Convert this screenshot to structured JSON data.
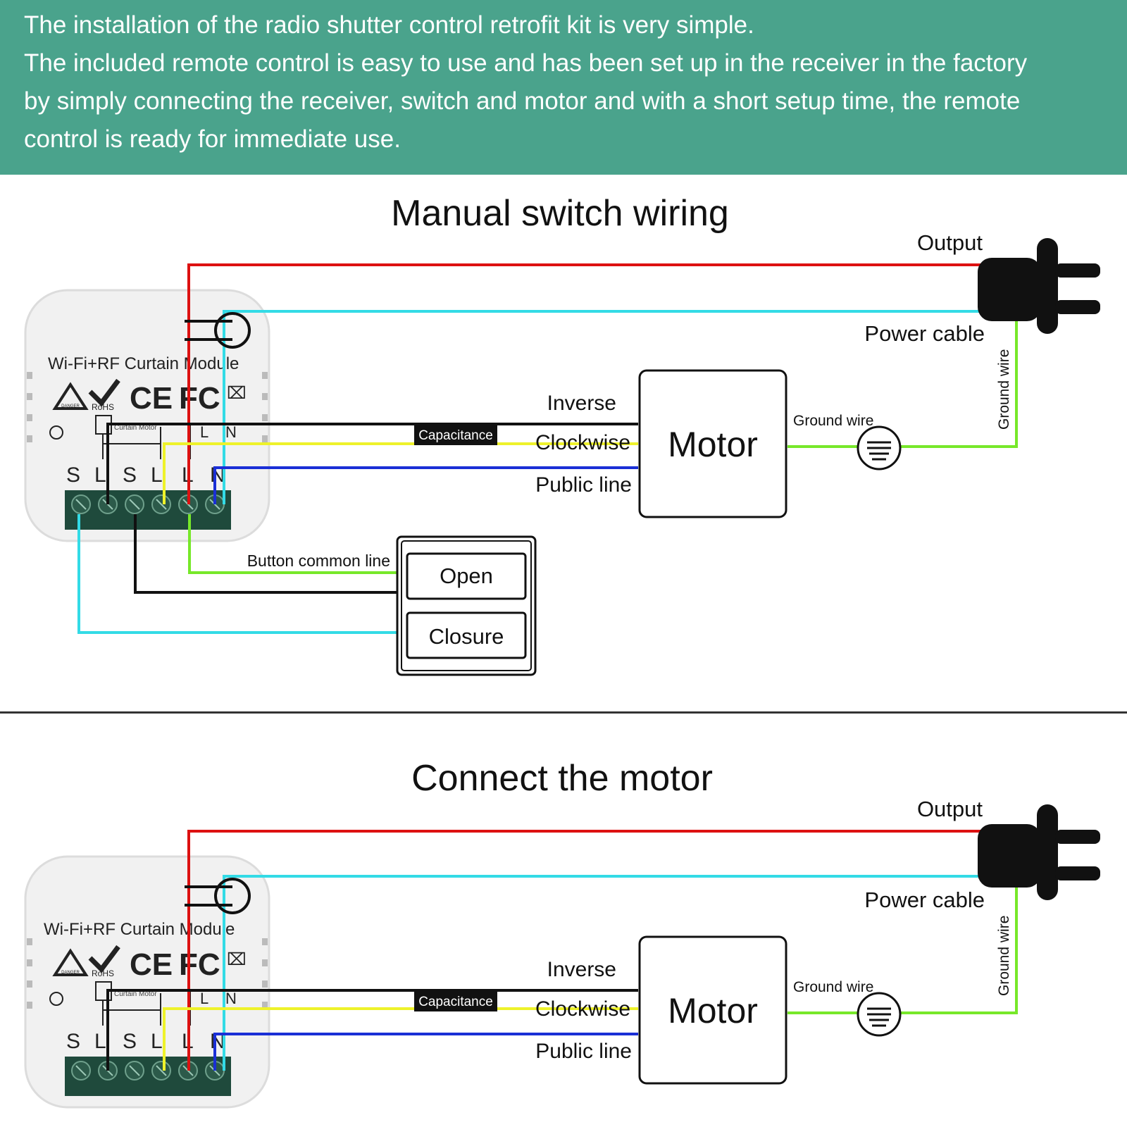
{
  "intro": {
    "line1": "The installation of the radio shutter control retrofit kit is very simple.",
    "line2": "The included remote control is easy to use and has been set up in the receiver in the factory",
    "line3": "by simply connecting the receiver, switch and motor and with a short setup time, the remote",
    "line4": "control is ready for immediate use."
  },
  "colors": {
    "banner": "#4aa38c",
    "red_wire": "#dd1111",
    "cyan_wire": "#33dbe6",
    "black_wire": "#111111",
    "yellow_wire": "#eef22a",
    "blue_wire": "#1a2fd6",
    "green_wire": "#77e82a"
  },
  "diagram1": {
    "title": "Manual switch wiring",
    "module": {
      "name": "Wi-Fi+RF Curtain Module",
      "rohs": "RoHS",
      "danger": "DANGER",
      "motor_tag": "Curtain Motor",
      "terminals": [
        "S",
        "L",
        "S",
        "L",
        "L",
        "N"
      ],
      "top_terminals": [
        "L",
        "N"
      ]
    },
    "labels": {
      "output": "Output",
      "power_cable": "Power cable",
      "inverse": "Inverse",
      "capacitance": "Capacitance",
      "clockwise": "Clockwise",
      "public_line": "Public line",
      "motor": "Motor",
      "ground_wire_h": "Ground wire",
      "ground_wire_v": "Ground wire",
      "button_common": "Button common line"
    },
    "switch": {
      "open": "Open",
      "closure": "Closure"
    }
  },
  "diagram2": {
    "title": "Connect the motor",
    "module": {
      "name": "Wi-Fi+RF Curtain Module",
      "rohs": "RoHS",
      "danger": "DANGER",
      "motor_tag": "Curtain Motor",
      "terminals": [
        "S",
        "L",
        "S",
        "L",
        "L",
        "N"
      ],
      "top_terminals": [
        "L",
        "N"
      ]
    },
    "labels": {
      "output": "Output",
      "power_cable": "Power cable",
      "inverse": "Inverse",
      "capacitance": "Capacitance",
      "clockwise": "Clockwise",
      "public_line": "Public line",
      "motor": "Motor",
      "ground_wire_h": "Ground wire",
      "ground_wire_v": "Ground wire"
    }
  }
}
